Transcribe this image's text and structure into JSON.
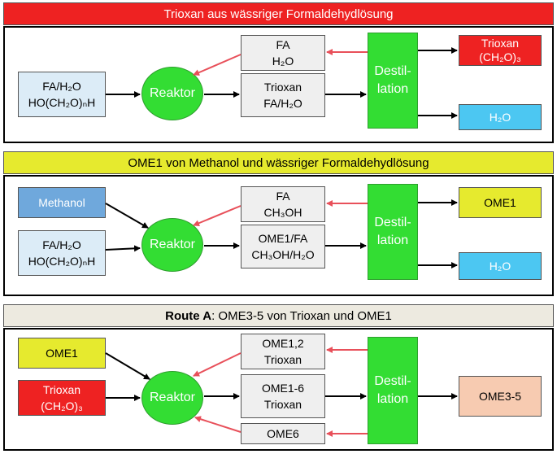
{
  "colors": {
    "red": "#ee2222",
    "yellow": "#e6ea2e",
    "green": "#33dd33",
    "light_blue": "#dcecf7",
    "blue": "#4cc7f2",
    "methanol_blue": "#6fa8dc",
    "grey": "#efefef",
    "peach": "#f7cbb1",
    "beige": "#edeae0",
    "arrow_black": "#000000",
    "arrow_red": "#e8505a"
  },
  "section1": {
    "title": "Trioxan aus wässriger Formaldehydlösung",
    "feed": [
      "FA/H₂O",
      "HO(CH₂O)ₙH"
    ],
    "reactor": "Reaktor",
    "recycle": [
      "FA",
      "H₂O"
    ],
    "product_stream": [
      "Trioxan",
      "FA/H₂O"
    ],
    "destil": [
      "Destil-",
      "lation"
    ],
    "out1": [
      "Trioxan",
      "(CH₂O)₃"
    ],
    "out2": "H₂O"
  },
  "section2": {
    "title": "OME1 von Methanol und wässriger Formaldehydlösung",
    "feed1": "Methanol",
    "feed2": [
      "FA/H₂O",
      "HO(CH₂O)ₙH"
    ],
    "reactor": "Reaktor",
    "recycle": [
      "FA",
      "CH₃OH"
    ],
    "product_stream": [
      "OME1/FA",
      "CH₃OH/H₂O"
    ],
    "destil": [
      "Destil-",
      "lation"
    ],
    "out1": "OME1",
    "out2": "H₂O"
  },
  "section3": {
    "title_bold": "Route A",
    "title_rest": ": OME3-5 von Trioxan und OME1",
    "feed1": "OME1",
    "feed2": [
      "Trioxan",
      "(CH₂O)₃"
    ],
    "reactor": "Reaktor",
    "recycle1": [
      "OME1,2",
      "Trioxan"
    ],
    "product_stream": [
      "OME1-6",
      "Trioxan"
    ],
    "recycle2": "OME6",
    "destil": [
      "Destil-",
      "lation"
    ],
    "out": "OME3-5"
  }
}
